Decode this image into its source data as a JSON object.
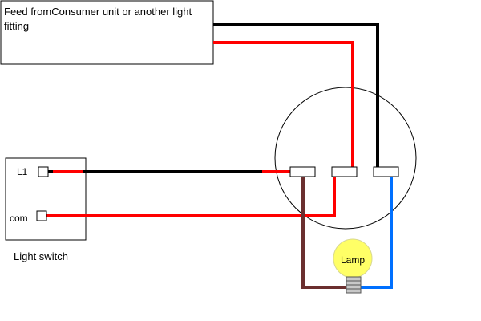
{
  "feed_label": {
    "line1": "Feed fromConsumer unit or another light",
    "line2": "fitting"
  },
  "switch": {
    "terminal_l1": "L1",
    "terminal_com": "com",
    "caption": "Light switch"
  },
  "lamp": {
    "label": "Lamp"
  },
  "colors": {
    "live": "#ff0000",
    "neutral": "#000000",
    "switched_live": "#6b2f2f",
    "lamp_neutral": "#0070ff",
    "lamp_fill": "#ffff66",
    "lamp_cap": "#c8c8c8"
  }
}
